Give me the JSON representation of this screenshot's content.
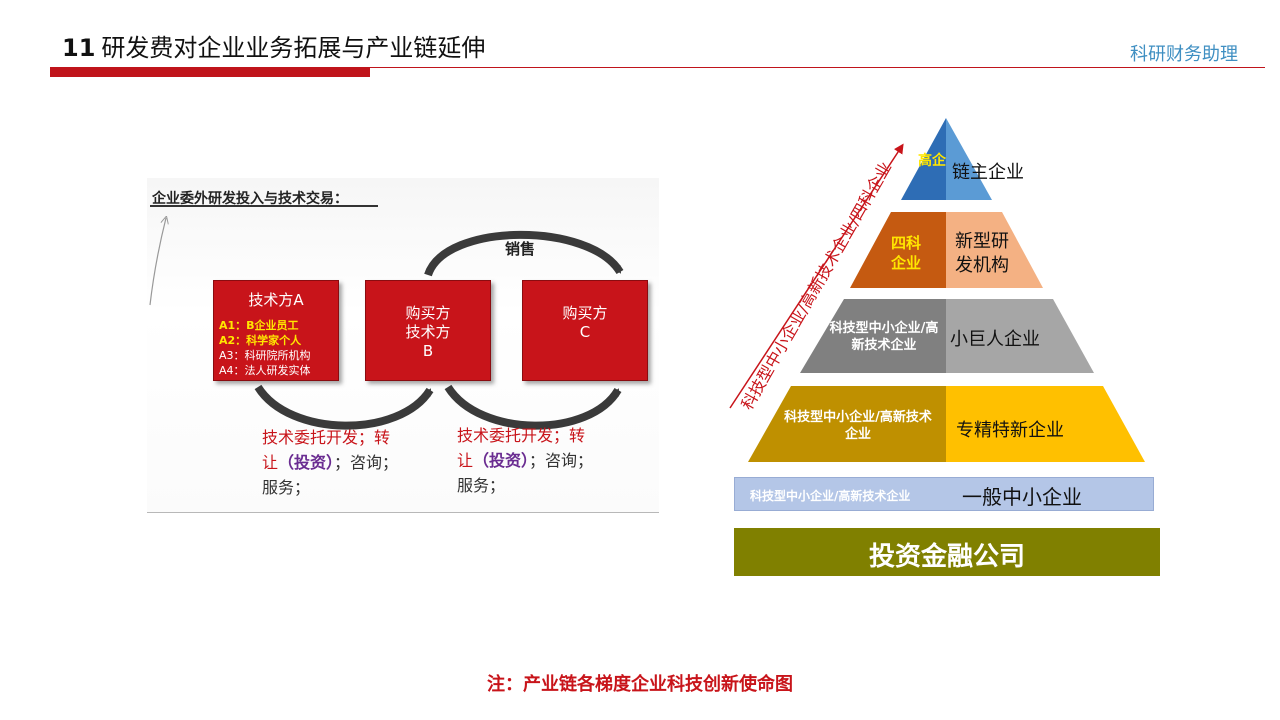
{
  "header": {
    "number": "11",
    "title": "研发费对企业业务拓展与产业链延伸",
    "brand": "科研财务助理"
  },
  "left_diagram": {
    "caption": "企业委外研发投入与技术交易：",
    "box_a": {
      "title": "技术方A",
      "items": [
        "A1：B企业员工",
        "A2：科学家个人",
        "A3：科研院所机构",
        "A4：法人研发实体"
      ]
    },
    "box_b": {
      "line1": "购买方",
      "line2": "技术方",
      "line3": "B"
    },
    "box_c": {
      "line1": "购买方",
      "line2": "C"
    },
    "sales_label": "销售",
    "flow_1": {
      "line1": "技术委托开发；转",
      "line2_a": "让",
      "line2_b": "（投资）",
      "line2_c": "；咨询；",
      "line3": "服务；"
    },
    "flow_2": {
      "line1": "技术委托开发；转",
      "line2_a": "让",
      "line2_b": "（投资）",
      "line2_c": "；咨询；",
      "line3": "服务；"
    },
    "colors": {
      "box_red": "#c8141a",
      "highlight_yellow": "#ffe600",
      "invest_purple": "#6a2c91"
    }
  },
  "pyramid": {
    "diagonal_label": "科技型中小企业/高新技术企业/四科企业",
    "levels": [
      {
        "left": "高企",
        "right": "链主企业",
        "color_left": "#2e6db5",
        "color_right": "#5b9bd5"
      },
      {
        "left": "四科企业",
        "right": "新型研发机构",
        "color_left": "#c55a11",
        "color_right": "#f4b183"
      },
      {
        "left": "科技型中小企业/高新技术企业",
        "right": "小巨人企业",
        "color_left": "#808080",
        "color_right": "#a6a6a6"
      },
      {
        "left": "科技型中小企业/高新技术企业",
        "right": "专精特新企业",
        "color_left": "#bf9000",
        "color_right": "#ffc000"
      }
    ],
    "base": {
      "left": "科技型中小企业/高新技术企业",
      "right": "一般中小企业",
      "color": "#b4c6e7"
    },
    "finance": {
      "label": "投资金融公司",
      "color": "#808000"
    }
  },
  "footnote": "注：产业链各梯度企业科技创新使命图"
}
